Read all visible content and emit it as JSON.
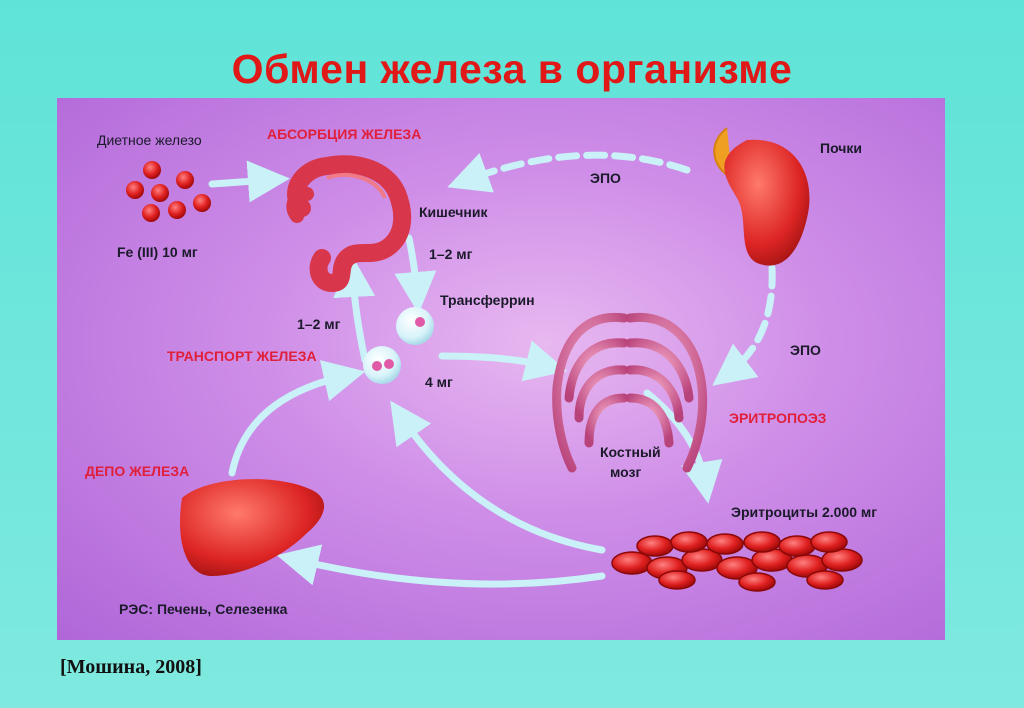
{
  "title": "Обмен железа в организме",
  "citation": "[Мошина, 2008]",
  "labels": {
    "dietary_iron": "Диетное железо",
    "iron_dose": "Fe (III) 10 мг",
    "absorption": "АБСОРБЦИЯ ЖЕЛЕЗА",
    "intestine": "Кишечник",
    "dose_down": "1–2 мг",
    "transferrin": "Трансферрин",
    "dose_up": "1–2 мг",
    "transport": "ТРАНСПОРТ ЖЕЛЕЗА",
    "dose_4": "4 мг",
    "kidneys": "Почки",
    "epo_top": "ЭПО",
    "epo_right": "ЭПО",
    "erythropoiesis": "ЭРИТРОПОЭЗ",
    "bone_marrow_1": "Костный",
    "bone_marrow_2": "мозг",
    "erythrocytes": "Эритроциты 2.000 мг",
    "depot": "ДЕПО ЖЕЛЕЗА",
    "res": "РЭС: Печень, Селезенка"
  },
  "colors": {
    "title": "#e01818",
    "accent_label": "#e0203a",
    "arrow": "#c9f1f7",
    "organ": "#e23030"
  }
}
